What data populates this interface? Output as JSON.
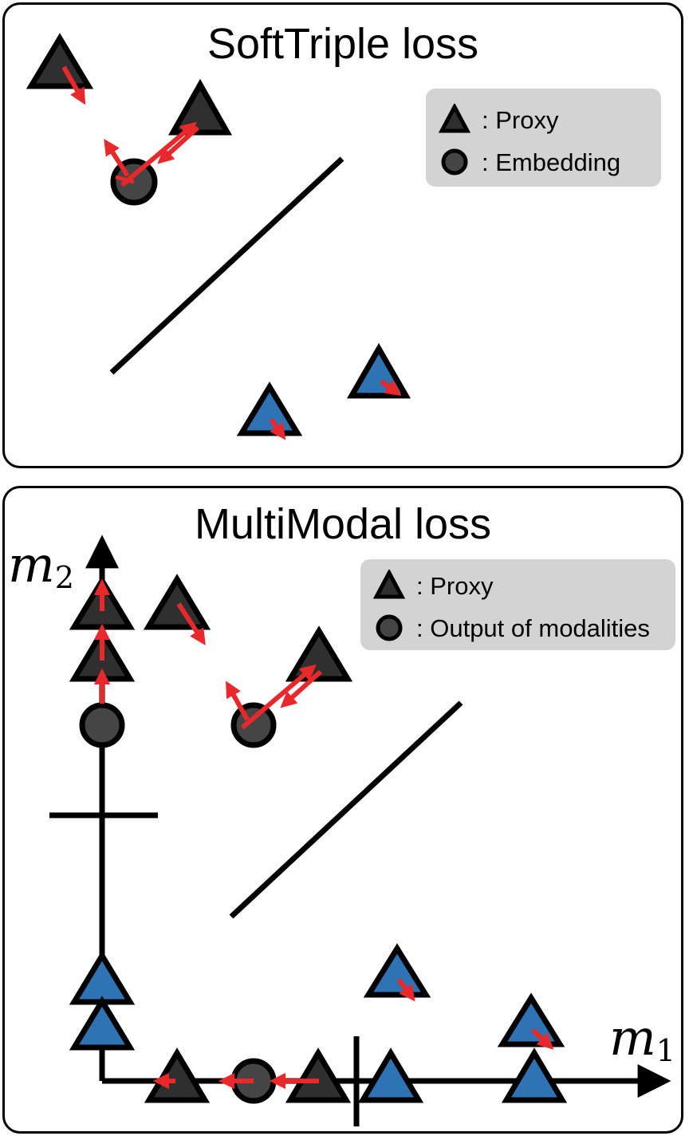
{
  "top_panel": {
    "title": "SoftTriple loss",
    "legend": {
      "proxy_label": ": Proxy",
      "embedding_label": ": Embedding"
    }
  },
  "bottom_panel": {
    "title": "MultiModal loss",
    "legend": {
      "proxy_label": ": Proxy",
      "output_label": ": Output of modalities"
    },
    "axis_x_label": "m",
    "axis_x_subscript": "1",
    "axis_y_label": "m",
    "axis_y_subscript": "2"
  },
  "colors": {
    "dark_marker": "#2f2f2f",
    "embedding_fill": "#454545",
    "blue_marker": "#2e74b5",
    "arrow": "#e8282a",
    "legend_bg": "#d3d3d3",
    "outline": "#000000"
  },
  "icons": {
    "proxy": "triangle-icon",
    "embedding": "circle-icon",
    "force": "arrow-icon"
  }
}
